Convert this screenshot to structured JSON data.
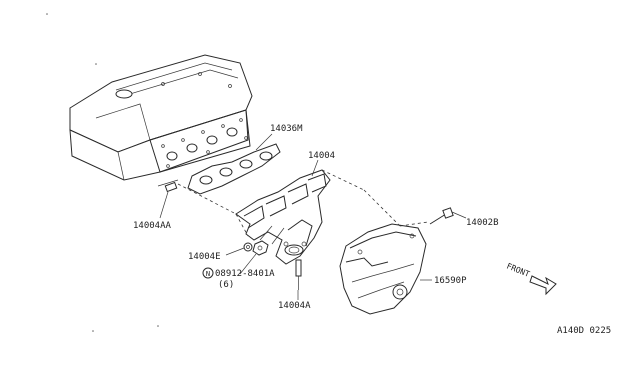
{
  "parts": [
    {
      "id": "14036M"
    },
    {
      "id": "14004"
    },
    {
      "id": "14004AA"
    },
    {
      "id": "14004E"
    },
    {
      "id": "14002B"
    },
    {
      "id": "16590P"
    },
    {
      "id": "14004A"
    }
  ],
  "bolt_callout": {
    "symbol": "N",
    "part": "08912-8401A",
    "qty": "(6)"
  },
  "direction_label": "FRONT",
  "diagram_code": "A140D 0225"
}
